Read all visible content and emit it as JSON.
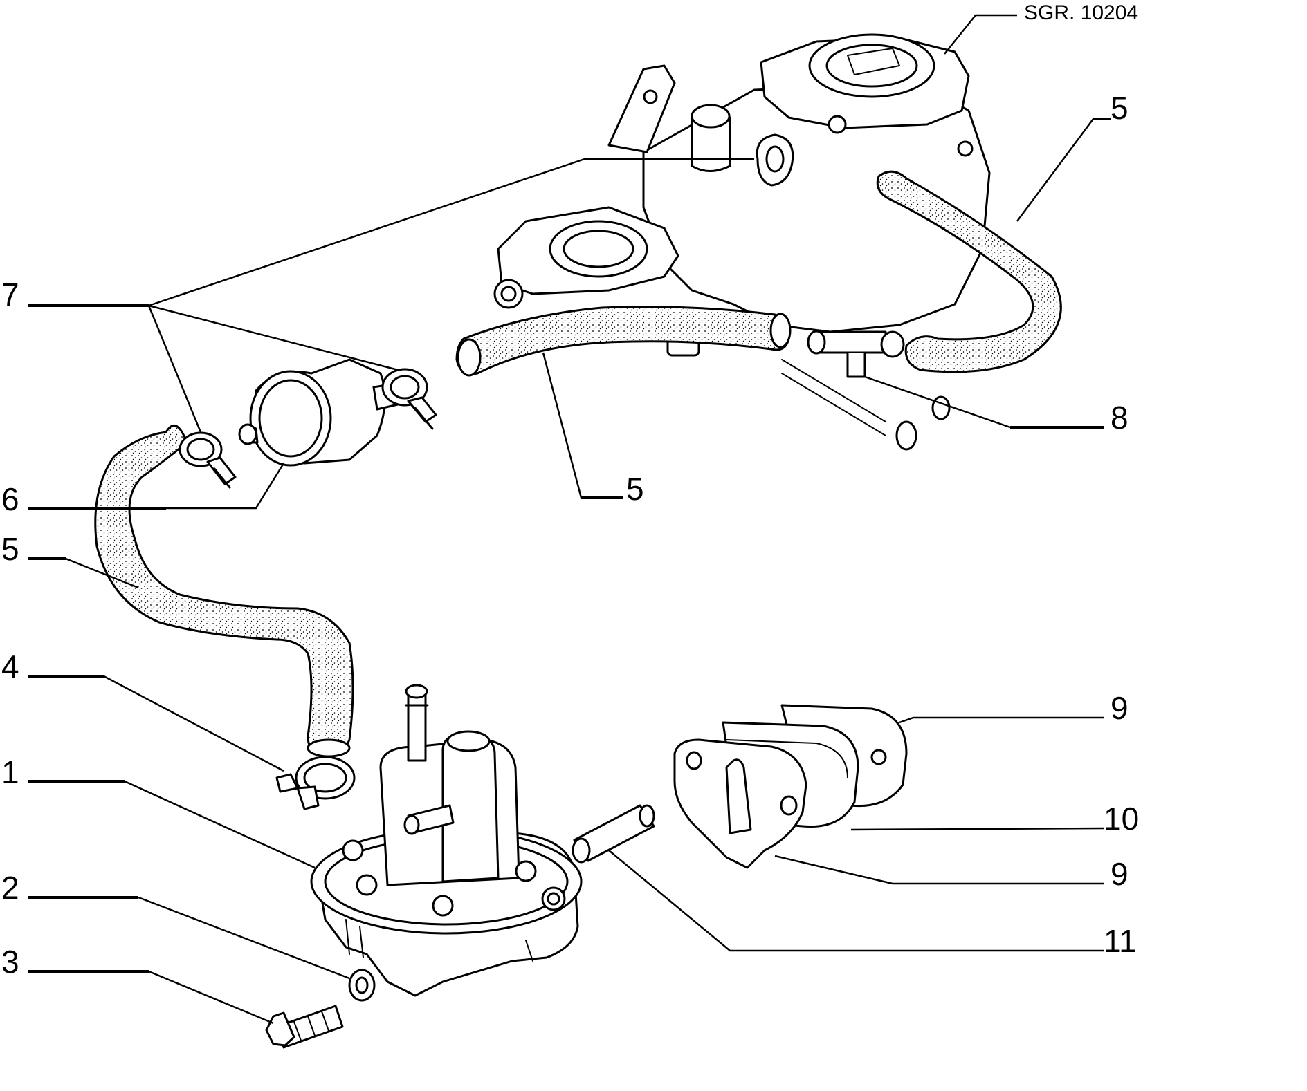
{
  "reference": "SGR. 10204",
  "callouts": {
    "c1": "1",
    "c2": "2",
    "c3": "3",
    "c4": "4",
    "c5a": "5",
    "c6": "6",
    "c7": "7",
    "c5b": "5",
    "c5c": "5",
    "c8": "8",
    "c9a": "9",
    "c10": "10",
    "c9b": "9",
    "c11": "11"
  },
  "colors": {
    "ink": "#000000",
    "paper": "#ffffff"
  }
}
